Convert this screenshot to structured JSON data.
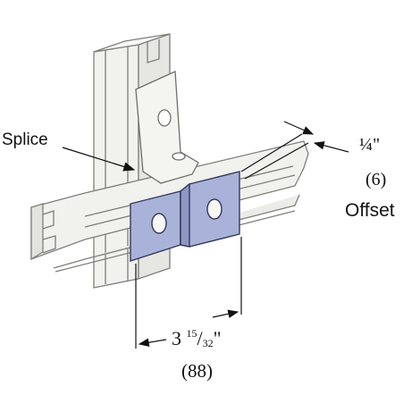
{
  "labels": {
    "splice": "Splice",
    "offset_fraction": "¼\"",
    "offset_metric": "(6)",
    "offset_word": "Offset",
    "length_whole": "3",
    "length_num": "15",
    "length_den": "32",
    "length_quote": "\"",
    "length_metric": "(88)"
  },
  "colors": {
    "channel_fill": "#f1f1ee",
    "channel_stroke": "#7f7f7a",
    "bracket_fill": "#f4f4f1",
    "plate_fill": "#a9b3d9",
    "plate_stroke": "#35395a",
    "dim_line": "#111111"
  }
}
